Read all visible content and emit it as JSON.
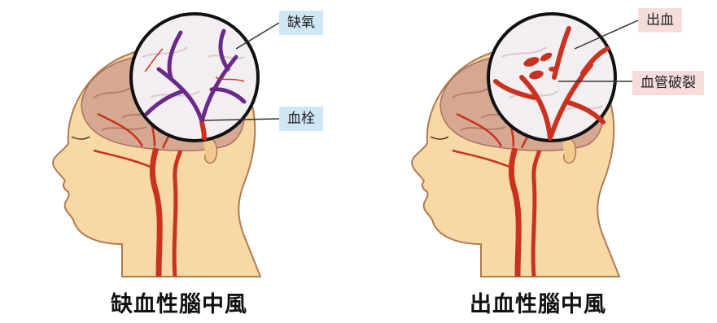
{
  "left_panel": {
    "callouts": {
      "hypoxia": "缺氧",
      "thrombus": "血栓"
    },
    "caption": "缺血性腦中風"
  },
  "right_panel": {
    "callouts": {
      "bleeding": "出血",
      "vessel_rupture": "血管破裂"
    },
    "caption": "出血性腦中風"
  },
  "colors": {
    "skin": "#f8d9a6",
    "brain": "#d6a892",
    "artery": "#c8321e",
    "thrombus_vessel": "#6a2a8a",
    "callout_blue": "#cfe6f3",
    "callout_pink": "#f6dcdc"
  }
}
